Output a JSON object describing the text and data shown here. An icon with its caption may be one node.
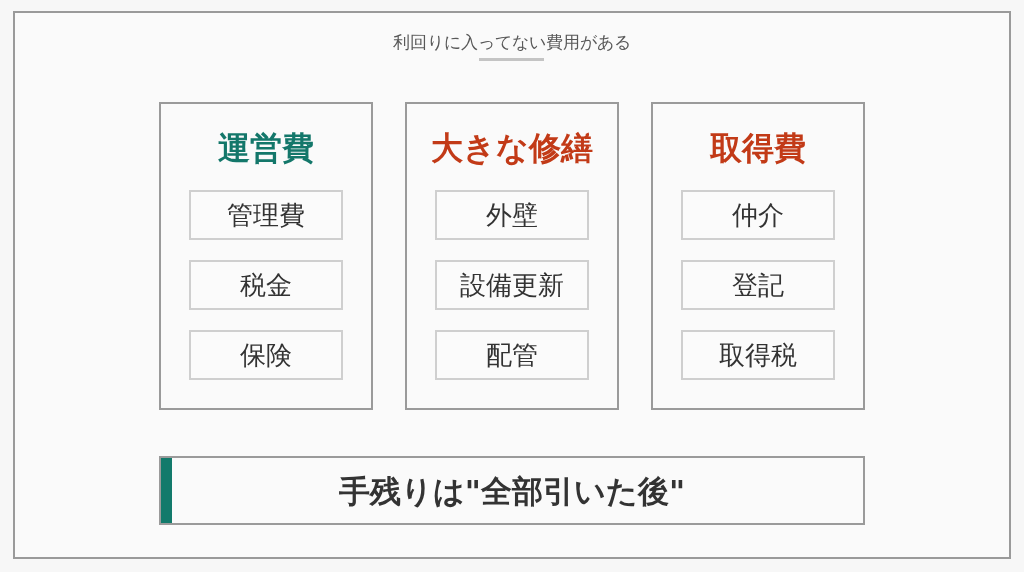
{
  "diagram": {
    "title": "利回りに入ってない費用がある",
    "nodes": [
      {
        "text": [
          "運営費"
        ]
      },
      {
        "text": [
          "管理費"
        ],
        "in": 0
      },
      {
        "text": [
          "税金"
        ],
        "in": 0
      },
      {
        "text": [
          "保険"
        ],
        "in": 0
      },
      {
        "text": [
          "大きな修繕"
        ]
      },
      {
        "text": [
          "外壁"
        ],
        "in": 4
      },
      {
        "text": [
          "設備更新"
        ],
        "in": 4
      },
      {
        "text": [
          "配管"
        ],
        "in": 4
      },
      {
        "text": [
          "取得費"
        ]
      },
      {
        "text": [
          "仲介"
        ],
        "in": 8
      },
      {
        "text": [
          "登記"
        ],
        "in": 8
      },
      {
        "text": [
          "取得税"
        ],
        "in": 8
      },
      {
        "text": [
          "手残りは\"全部引いた後\""
        ]
      }
    ]
  }
}
